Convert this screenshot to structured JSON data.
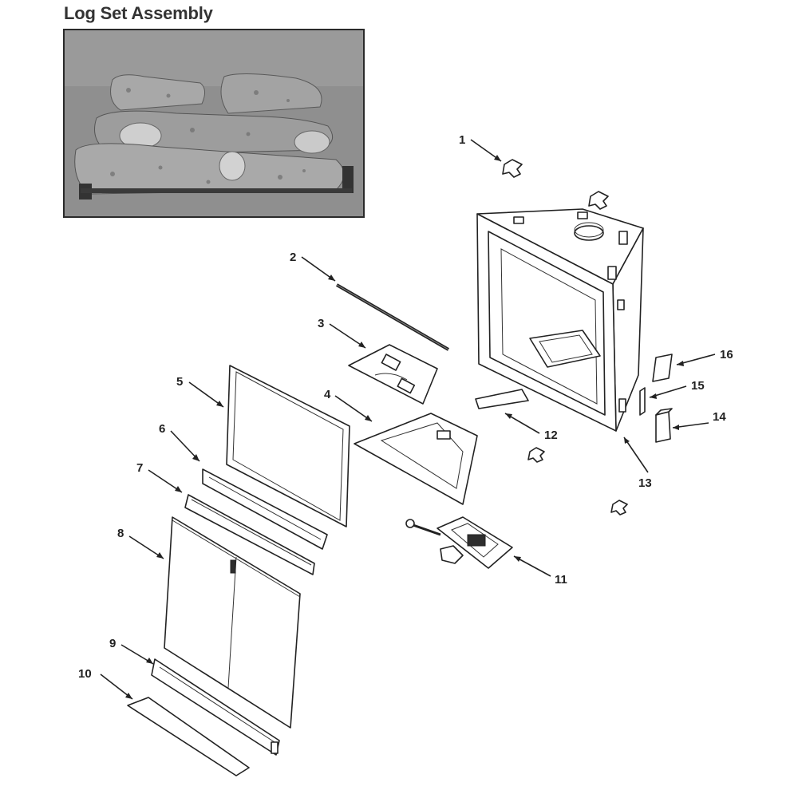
{
  "page": {
    "title": "Log Set Assembly"
  },
  "callouts": [
    "1",
    "2",
    "3",
    "4",
    "5",
    "6",
    "7",
    "8",
    "9",
    "10",
    "11",
    "12",
    "13",
    "14",
    "15",
    "16"
  ],
  "colors": {
    "ink": "#222222",
    "photo_bg": "#8d8d8d",
    "log": "#a6a6a6"
  }
}
